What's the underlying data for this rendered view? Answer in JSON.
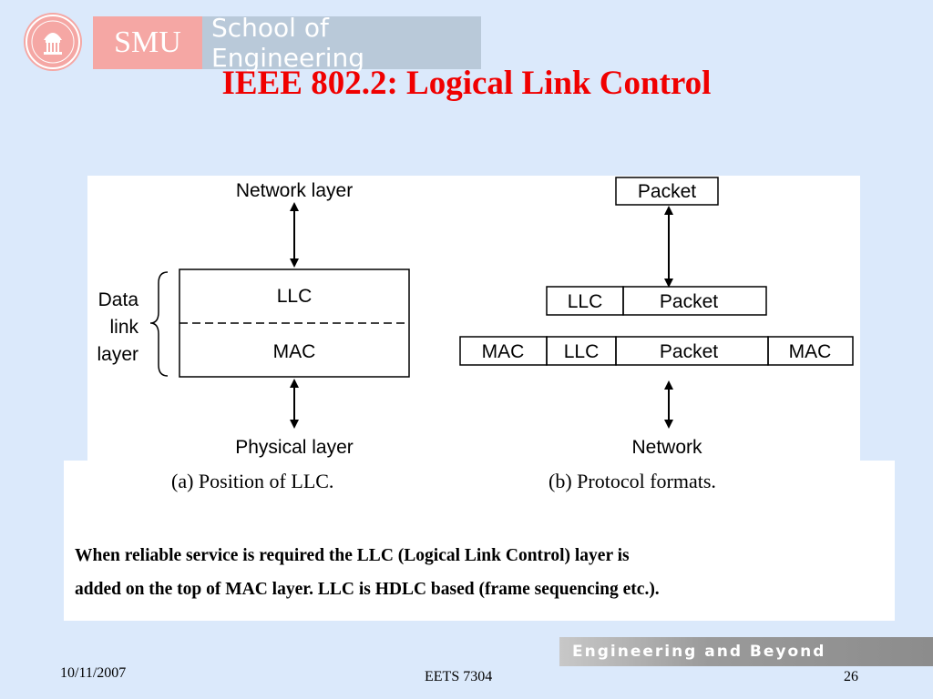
{
  "logo": {
    "brand": "SMU",
    "school": "School of Engineering"
  },
  "title": "IEEE 802.2: Logical Link Control",
  "diagram": {
    "left": {
      "network_layer": "Network layer",
      "data_link_lines": [
        "Data",
        "link",
        "layer"
      ],
      "llc": "LLC",
      "mac": "MAC",
      "physical_layer": "Physical layer"
    },
    "right": {
      "packet_top": "Packet",
      "row2": [
        "LLC",
        "Packet"
      ],
      "row3": [
        "MAC",
        "LLC",
        "Packet",
        "MAC"
      ],
      "network": "Network"
    }
  },
  "captions": {
    "a": "(a) Position of LLC.",
    "b": "(b) Protocol formats."
  },
  "body_lines": [
    "When reliable service is required the LLC (Logical Link Control) layer is",
    "added on the top of MAC layer. LLC is HDLC based (frame sequencing etc.)."
  ],
  "tagline": "Engineering and Beyond",
  "footer": {
    "date": "10/11/2007",
    "course": "EETS 7304",
    "page": "26"
  }
}
